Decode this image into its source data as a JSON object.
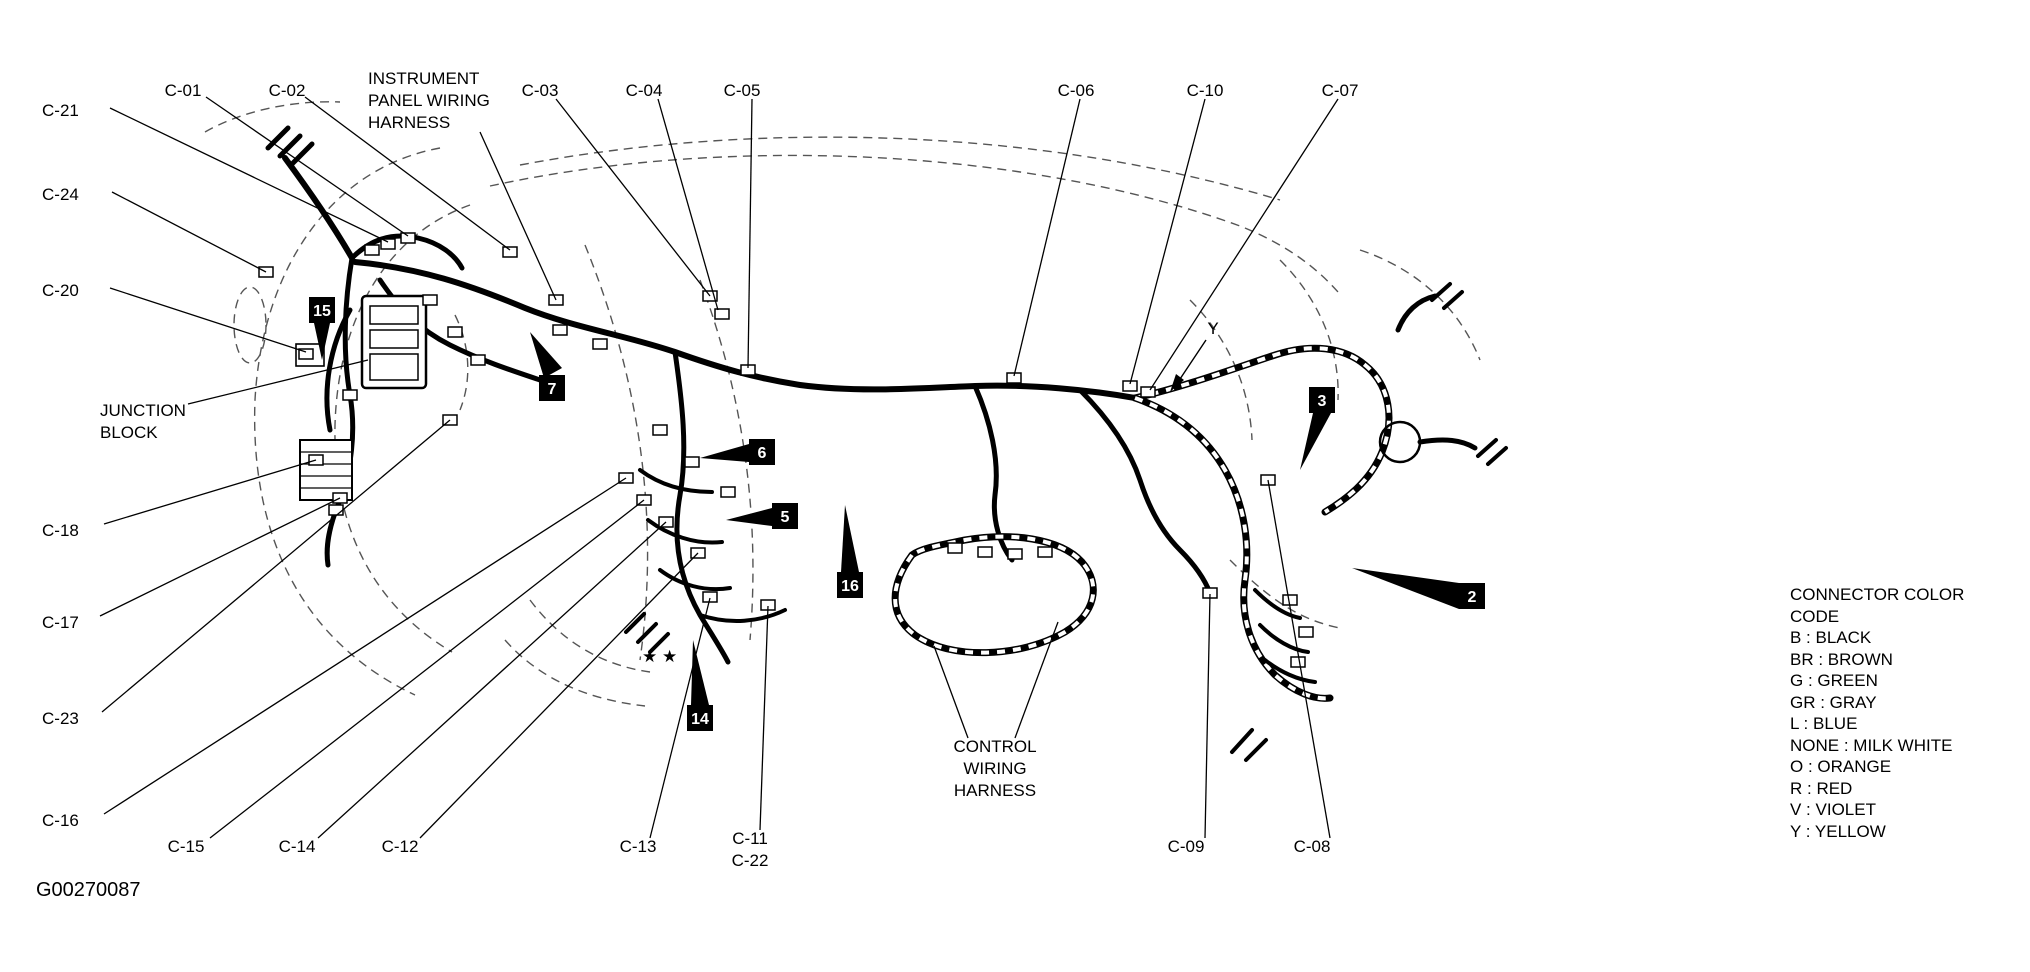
{
  "figure_id": "G00270087",
  "labels": {
    "c01": "C-01",
    "c02": "C-02",
    "c03": "C-03",
    "c04": "C-04",
    "c05": "C-05",
    "c06": "C-06",
    "c07": "C-07",
    "c08": "C-08",
    "c09": "C-09",
    "c10": "C-10",
    "c11": "C-11",
    "c12": "C-12",
    "c13": "C-13",
    "c14": "C-14",
    "c15": "C-15",
    "c16": "C-16",
    "c17": "C-17",
    "c18": "C-18",
    "c20": "C-20",
    "c21": "C-21",
    "c22": "C-22",
    "c23": "C-23",
    "c24": "C-24"
  },
  "annotations": {
    "instrument_panel_line1": "INSTRUMENT",
    "instrument_panel_line2": "PANEL WIRING",
    "instrument_panel_line3": "HARNESS",
    "junction_block_line1": "JUNCTION",
    "junction_block_line2": "BLOCK",
    "control_harness_line1": "CONTROL",
    "control_harness_line2": "WIRING",
    "control_harness_line3": "HARNESS",
    "wire_color_y": "Y",
    "stars": "★ ★"
  },
  "callouts": {
    "c2": "2",
    "c3": "3",
    "c5": "5",
    "c6": "6",
    "c7": "7",
    "c14": "14",
    "c15": "15",
    "c16": "16"
  },
  "legend": {
    "title_line1": "CONNECTOR COLOR",
    "title_line2": "CODE",
    "entries": [
      "B : BLACK",
      "BR : BROWN",
      "G : GREEN",
      "GR : GRAY",
      "L : BLUE",
      "NONE : MILK WHITE",
      "O : ORANGE",
      "R : RED",
      "V : VIOLET",
      "Y : YELLOW"
    ]
  }
}
